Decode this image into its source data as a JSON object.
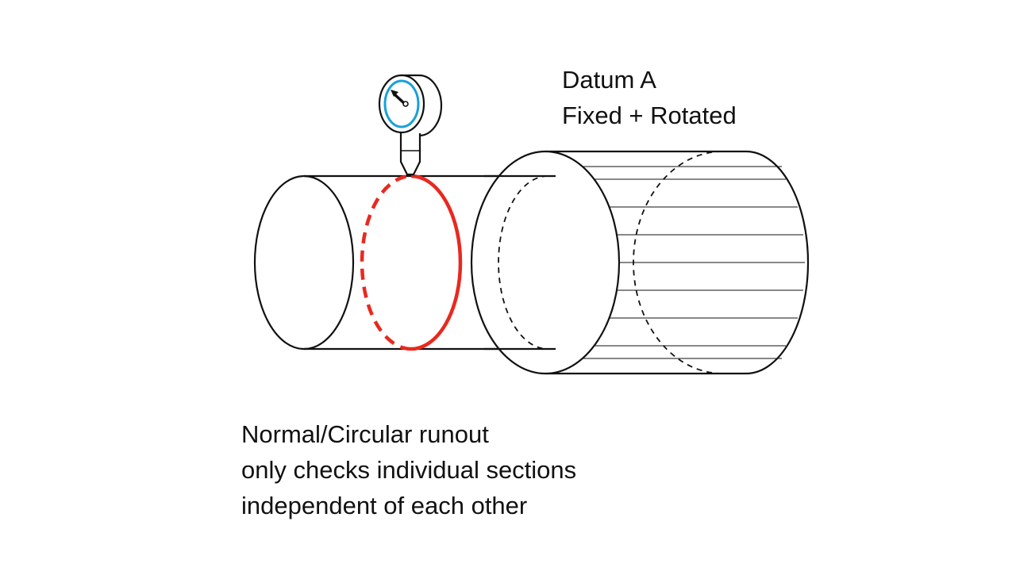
{
  "datum": {
    "line1": "Datum A",
    "line2": "Fixed + Rotated"
  },
  "note": {
    "line1": "Normal/Circular runout",
    "line2": "only checks individual sections",
    "line3": "independent of each other"
  },
  "colors": {
    "outline": "#111111",
    "section": "#e8291f",
    "dial_face": "#1aa0d8",
    "background": "#ffffff"
  },
  "icons": {
    "gauge": "dial-indicator-icon"
  }
}
